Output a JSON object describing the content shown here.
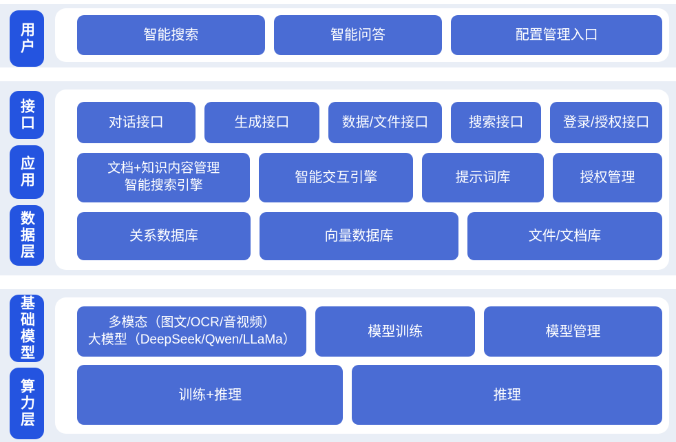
{
  "colors": {
    "layer_label_blue": "#2454e0",
    "block_blue": "#4a6cd4",
    "band_background": "#e9eef6",
    "panel_background": "#ffffff",
    "text_white": "#ffffff"
  },
  "diagram": {
    "layers": {
      "user": {
        "label": "用户",
        "buttons": [
          "智能搜索",
          "智能问答",
          "配置管理入口"
        ]
      },
      "interface": {
        "label": "接口",
        "buttons": [
          "对话接口",
          "生成接口",
          "数据/文件接口",
          "搜索接口",
          "登录/授权接口"
        ]
      },
      "application": {
        "label": "应用",
        "doc_engine_lines": [
          "文档+知识内容管理",
          "智能搜索引擎"
        ],
        "buttons": [
          "智能交互引擎",
          "提示词库",
          "授权管理"
        ]
      },
      "data": {
        "label": "数据层",
        "buttons": [
          "关系数据库",
          "向量数据库",
          "文件/文档库"
        ]
      },
      "base_model": {
        "label": "基础模型",
        "multimodal_lines": [
          "多模态（图文/OCR/音视频）",
          "大模型（DeepSeek/Qwen/LLaMa）"
        ],
        "buttons": [
          "模型训练",
          "模型管理"
        ]
      },
      "compute": {
        "label": "算力层",
        "buttons": [
          "训练+推理",
          "推理"
        ]
      }
    }
  }
}
